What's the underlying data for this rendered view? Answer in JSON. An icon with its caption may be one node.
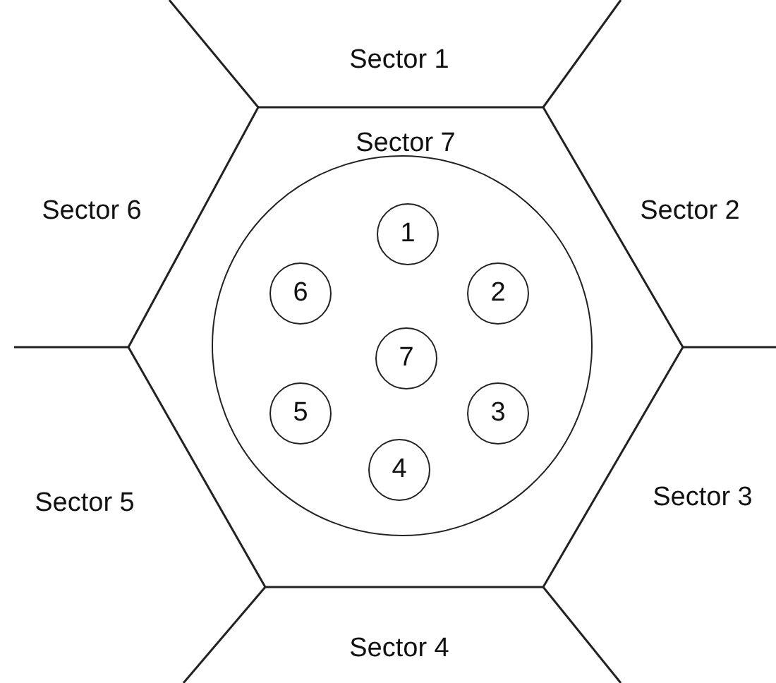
{
  "diagram": {
    "nodes": [
      {
        "text": [
          "Sector 1"
        ]
      },
      {
        "text": [
          "Sector 7"
        ]
      },
      {
        "text": [],
        "shape": "circle",
        "in": 1
      },
      {
        "text": [
          "1"
        ],
        "in": 2
      },
      {
        "text": [
          "6"
        ],
        "in": 2
      },
      {
        "text": [
          "2"
        ],
        "in": 2
      },
      {
        "text": [
          "7"
        ],
        "in": 2
      },
      {
        "text": [
          "5"
        ],
        "in": 2
      },
      {
        "text": [
          "3"
        ],
        "in": 2
      },
      {
        "text": [
          "4"
        ],
        "in": 2
      },
      {
        "text": [
          "Sector 6"
        ]
      },
      {
        "text": [
          "Sector 2"
        ]
      },
      {
        "text": [
          "Sector 5"
        ]
      },
      {
        "text": [
          "Sector 3"
        ]
      },
      {
        "text": [
          "Sector 4"
        ]
      }
    ]
  }
}
